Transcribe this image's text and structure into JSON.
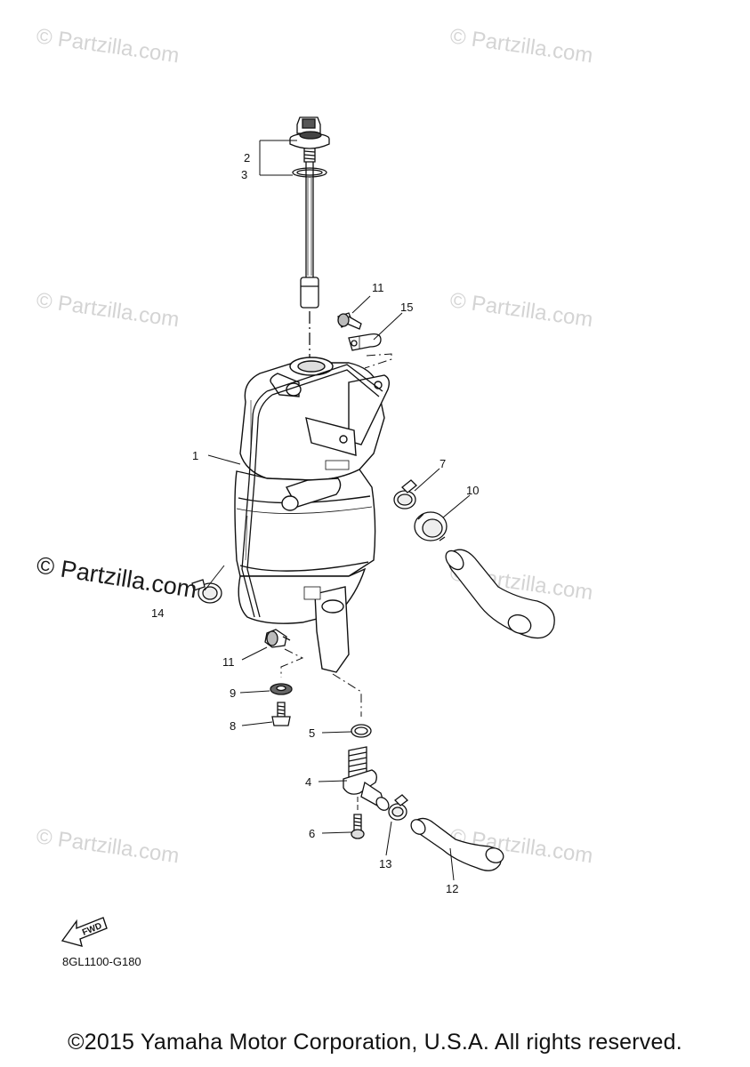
{
  "watermarks": {
    "light": "© Partzilla.com",
    "dark": "© Partzilla.com"
  },
  "callouts": {
    "c1": "1",
    "c2": "2",
    "c3": "3",
    "c4": "4",
    "c5": "5",
    "c6": "6",
    "c7": "7",
    "c8": "8",
    "c9": "9",
    "c10": "10",
    "c11a": "11",
    "c11b": "11",
    "c12": "12",
    "c13": "13",
    "c14": "14",
    "c15": "15"
  },
  "fwd_label": "FWD",
  "diagram_code": "8GL1100-G180",
  "copyright": "©2015 Yamaha Motor Corporation, U.S.A. All rights reserved."
}
